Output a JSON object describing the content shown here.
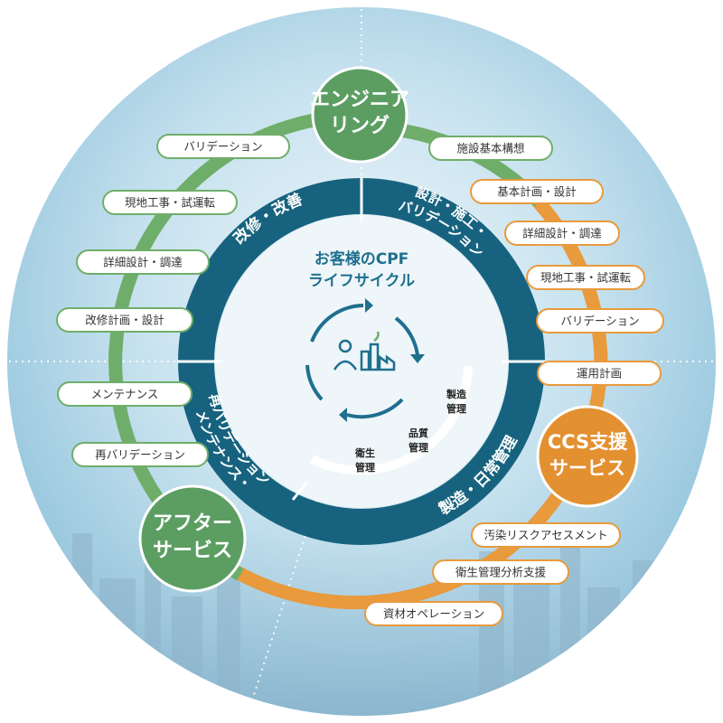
{
  "colors": {
    "green": "#6fae6a",
    "orange": "#e89a3c",
    "teal": "#17637f",
    "teal_text": "#1f6f8e",
    "sky": "#a9d3e6",
    "green_hub": "#5c9e62",
    "orange_hub": "#e39031"
  },
  "hubs": {
    "engineering": [
      "エンジニア",
      "リング"
    ],
    "ccs": [
      "CCS支援",
      "サービス"
    ],
    "after": [
      "アフター",
      "サービス"
    ]
  },
  "left_items": [
    "バリデーション",
    "現地工事・試運転",
    "詳細設計・調達",
    "改修計画・設計",
    "メンテナンス",
    "再バリデーション"
  ],
  "right_items": [
    "施設基本構想",
    "基本計画・設計",
    "詳細設計・調達",
    "現地工事・試運転",
    "バリデーション",
    "運用計画"
  ],
  "bottom_items": [
    "汚染リスクアセスメント",
    "衛生管理分析支援",
    "資材オペレーション"
  ],
  "ring_segments": {
    "top_left": "改修・改善",
    "top_right": [
      "設計・施工・",
      "バリデーション"
    ],
    "bottom_left": [
      "メンテナンス・",
      "再バリデーション"
    ],
    "bottom_right": "製造・日常管理"
  },
  "center": {
    "title_line1": "お客様のCPF",
    "title_line2": "ライフサイクル"
  },
  "management": {
    "manufacturing": [
      "製造",
      "管理"
    ],
    "quality": [
      "品質",
      "管理"
    ],
    "hygiene": [
      "衛生",
      "管理"
    ]
  },
  "icons": {
    "center": "person-factory-icon"
  }
}
